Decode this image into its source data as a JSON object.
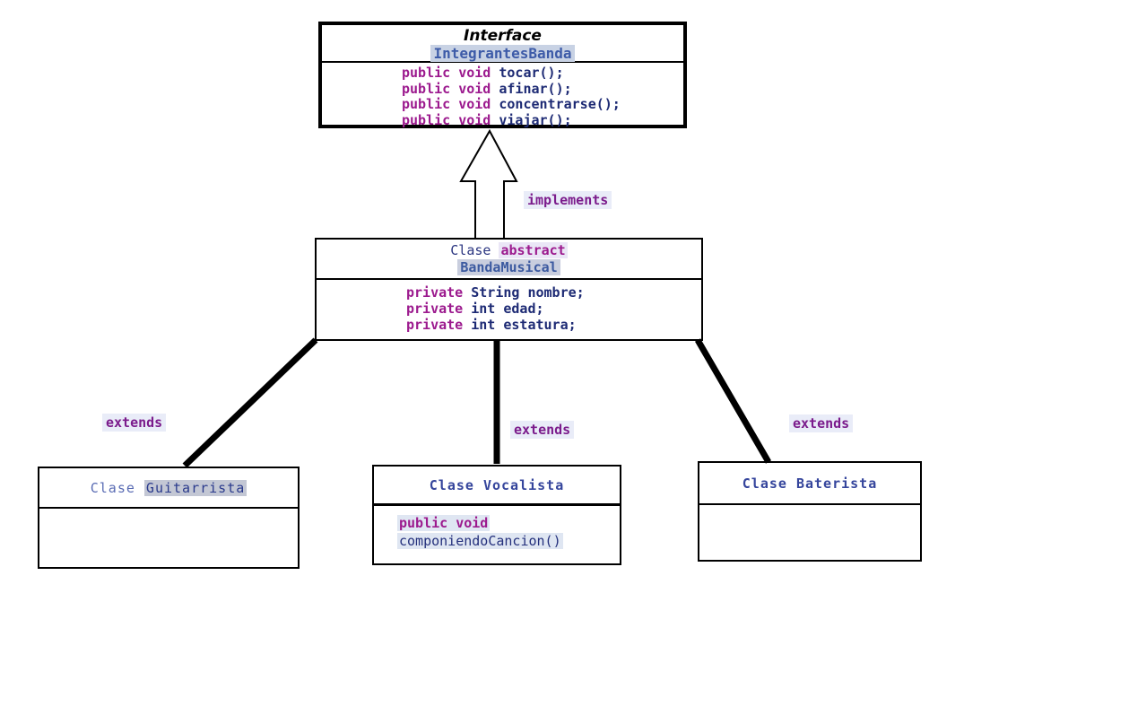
{
  "diagram": {
    "interface_box": {
      "stereotype": "Interface",
      "name": "IntegrantesBanda",
      "methods": [
        {
          "keyword": "public void ",
          "rest": "tocar();"
        },
        {
          "keyword": "public void ",
          "rest": "afinar();"
        },
        {
          "keyword": "public void ",
          "rest": "concentrarse();"
        },
        {
          "keyword": "public void ",
          "rest": "viajar();"
        }
      ]
    },
    "abstract_box": {
      "title_prefix": "Clase ",
      "title_keyword": "abstract",
      "name": "BandaMusical",
      "fields": [
        {
          "keyword": "private ",
          "rest": "String nombre;"
        },
        {
          "keyword": "private ",
          "rest": "int edad;"
        },
        {
          "keyword": "private ",
          "rest": "int estatura;"
        }
      ]
    },
    "labels": {
      "implements": "implements",
      "extends_left": "extends",
      "extends_center": "extends",
      "extends_right": "extends"
    },
    "subclass_left": {
      "title_prefix": "Clase ",
      "name": "Guitarrista"
    },
    "subclass_center": {
      "title": "Clase Vocalista",
      "method_keyword": "public void",
      "method_name": "componiendoCancion()"
    },
    "subclass_right": {
      "title": "Clase Baterista"
    }
  },
  "colors": {
    "keyword_magenta": "#9c1a8e",
    "code_navy": "#1d2a74",
    "class_name_blue": "#3c5aa0",
    "relationship_purple": "#7b1c8c",
    "name_highlight": "#c9cede",
    "interface_name_highlight": "#c8d2e4",
    "label_highlight": "#e9ecf8",
    "body_highlight": "#dfe6f2",
    "border": "#000000",
    "background": "#ffffff"
  }
}
